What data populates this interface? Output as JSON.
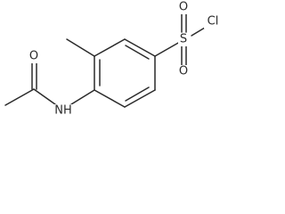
{
  "molecule": {
    "atoms": {
      "carbonyl_oxygen": "O",
      "amide_nh": "NH",
      "sulfur": "S",
      "sulfonyl_oxygen_upper": "O",
      "sulfonyl_oxygen_lower": "O",
      "chlorine": "Cl"
    }
  }
}
